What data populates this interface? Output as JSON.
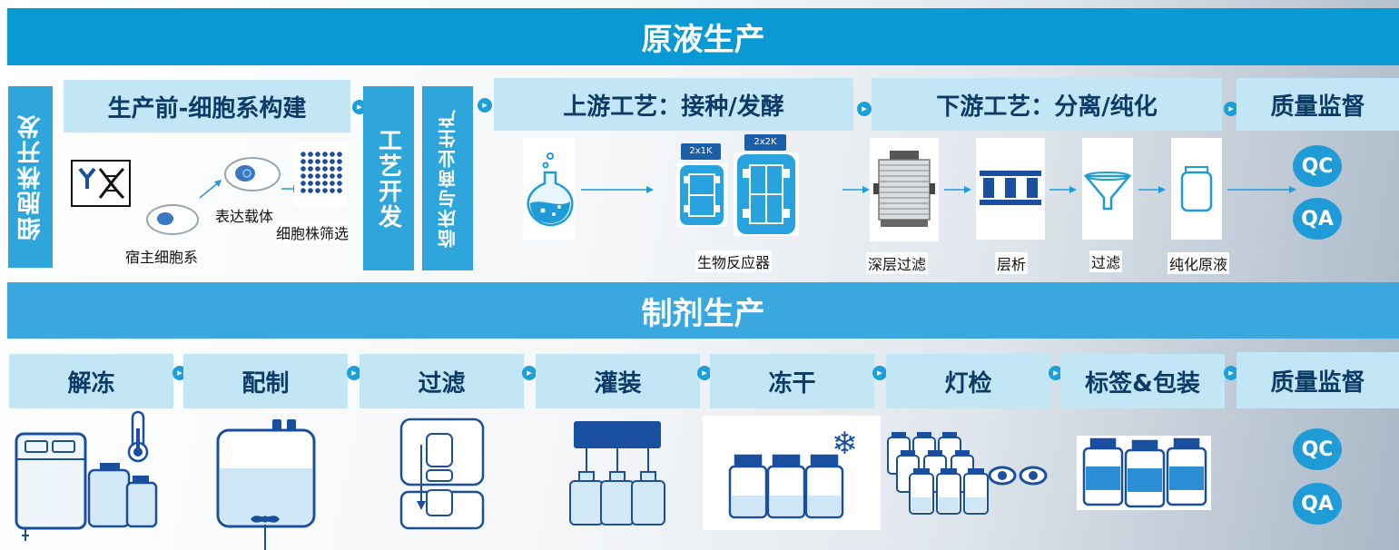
{
  "top": {
    "banner": "原液生产",
    "vbar_left": "细胞株开发",
    "cell_line": {
      "header": "生产前-细胞系构建",
      "host_cells": "宿主细胞系",
      "expression_vector": "表达载体",
      "screening": "细胞株筛选"
    },
    "process_dev": "工艺开发",
    "clinical": "临床与商业生产",
    "upstream": {
      "header": "上游工艺：接种/发酵",
      "tag1": "2x1K",
      "tag2": "2x2K",
      "bioreactor": "生物反应器"
    },
    "downstream": {
      "header": "下游工艺：分离/纯化",
      "depth_filter": "深层过滤",
      "chromatography": "层析",
      "filtration": "过滤",
      "purified_bulk": "纯化原液"
    },
    "qa_header": "质量监督",
    "qc": "QC",
    "qa": "QA"
  },
  "bottom": {
    "banner": "制剂生产",
    "steps": [
      "解冻",
      "配制",
      "过滤",
      "灌装",
      "冻干",
      "灯检",
      "标签&包装",
      "质量监督"
    ],
    "qc": "QC",
    "qa": "QA"
  },
  "colors": {
    "banner": "#0a9ad3",
    "header_bg": "#c2e6f6",
    "header_text": "#0d3a66",
    "icon_blue": "#1a4fa0",
    "accent": "#1f9cd8"
  }
}
